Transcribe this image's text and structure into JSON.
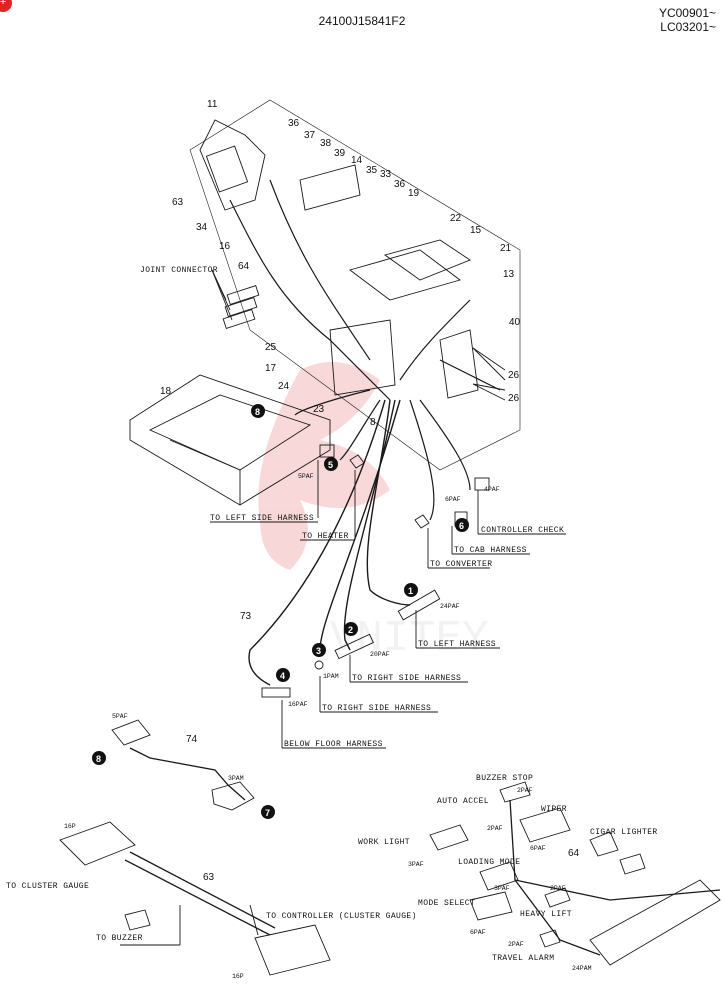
{
  "header": {
    "part_number": "24100J15841F2",
    "serial_1": "YC00901~",
    "serial_2": "LC03201~",
    "corner_mark": "+"
  },
  "watermark": "VNITEY",
  "part_numbers": {
    "p11": "11",
    "p36a": "36",
    "p37": "37",
    "p38": "38",
    "p39": "39",
    "p14": "14",
    "p35": "35",
    "p33": "33",
    "p36b": "36",
    "p19": "19",
    "p63a": "63",
    "p34": "34",
    "p16": "16",
    "p64a": "64",
    "p22": "22",
    "p15": "15",
    "p21": "21",
    "p13": "13",
    "p40": "40",
    "p26a": "26",
    "p26b": "26",
    "p25": "25",
    "p17": "17",
    "p24": "24",
    "p23": "23",
    "p18": "18",
    "p8": "8",
    "p73": "73",
    "p74": "74",
    "p63b": "63",
    "p64b": "64"
  },
  "circled": {
    "c1": "1",
    "c2": "2",
    "c3": "3",
    "c4": "4",
    "c5": "5",
    "c6": "6",
    "c7": "7",
    "c8a": "8",
    "c8b": "8"
  },
  "labels": {
    "joint_connector": "JOINT CONNECTOR",
    "to_left_side_harness": "TO LEFT SIDE HARNESS",
    "to_heater": "TO HEATER",
    "to_converter": "TO CONVERTER",
    "to_cab_harness": "TO CAB HARNESS",
    "controller_check": "CONTROLLER CHECK",
    "to_left_harness": "TO LEFT HARNESS",
    "to_right_side_harness_1": "TO RIGHT SIDE HARNESS",
    "to_right_side_harness_2": "TO RIGHT SIDE HARNESS",
    "below_floor_harness": "BELOW FLOOR HARNESS",
    "to_cluster_gauge": "TO CLUSTER GAUGE",
    "to_buzzer": "TO BUZZER",
    "to_controller_cluster": "TO CONTROLLER (CLUSTER GAUGE)",
    "buzzer_stop": "BUZZER STOP",
    "auto_accel": "AUTO ACCEL",
    "wiper": "WIPER",
    "work_light": "WORK LIGHT",
    "cigar_lighter": "CIGAR LIGHTER",
    "loading_mode": "LOADING MODE",
    "mode_select": "MODE SELECT",
    "heavy_lift": "HEAVY LIFT",
    "travel_alarm": "TRAVEL ALARM"
  },
  "connectors": {
    "k5paf_a": "5PAF",
    "k6paf": "6PAF",
    "k4paf": "4PAF",
    "k24paf": "24PAF",
    "k20paf": "20PAF",
    "k1pam": "1PAM",
    "k16paf_a": "16PAF",
    "k5paf_b": "5PAF",
    "k3pam": "3PAM",
    "k16p_a": "16P",
    "k16p_b": "16P",
    "k2paf_a": "2PAF",
    "k2paf_b": "2PAF",
    "k6paf_b": "6PAF",
    "k3paf_a": "3PAF",
    "k3paf_b": "3PAF",
    "k6paf_c": "6PAF",
    "k2paf_c": "2PAF",
    "k2paf_d": "2PAF",
    "k24pam": "24PAM"
  },
  "colors": {
    "line": "#1a1a1a",
    "watermark": "#f2b8b8",
    "callout_fill": "#111111"
  }
}
